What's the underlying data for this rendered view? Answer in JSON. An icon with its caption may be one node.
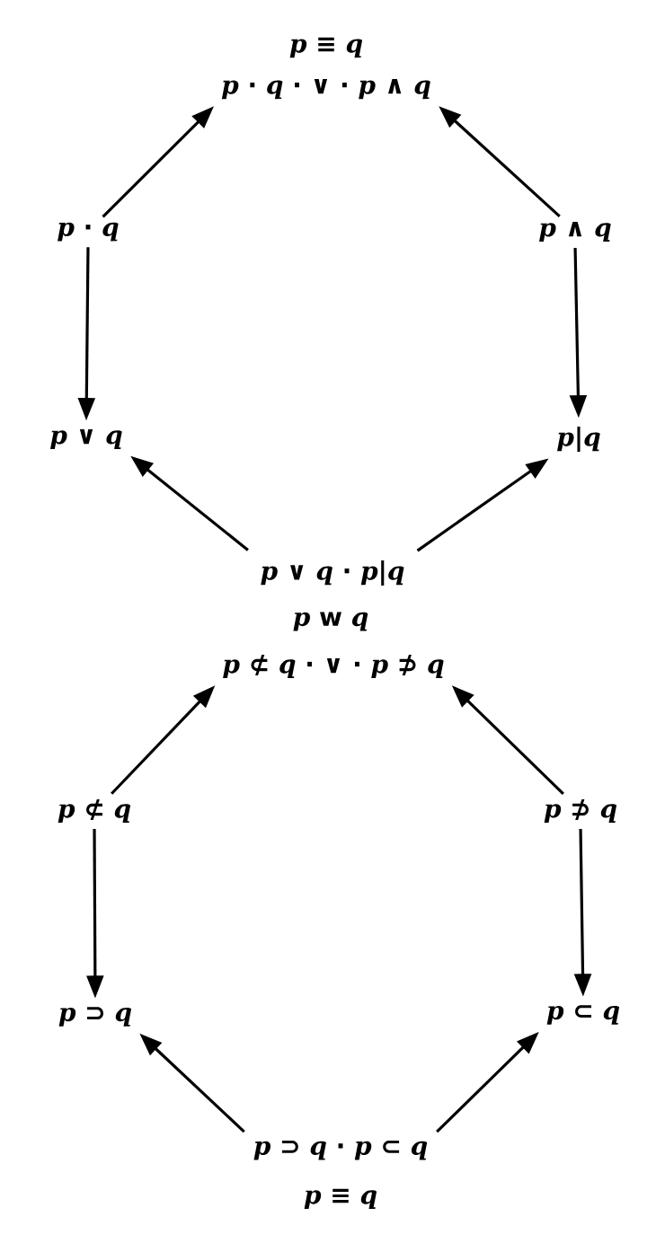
{
  "diagram": {
    "nodes": [
      {
        "text": [
          "p ≡ q",
          "p · q · ∨ · p ∧ q"
        ]
      },
      {
        "text": [
          "p · q"
        ]
      },
      {
        "text": [
          "p ∧ q"
        ]
      },
      {
        "text": [
          "p ∨ q"
        ]
      },
      {
        "text": [
          "p|q"
        ]
      },
      {
        "text": [
          "p ∨ q · p|q"
        ]
      },
      {
        "text": [
          "p ⊄ q · ∨ · p ⊅ q"
        ]
      },
      {
        "text": [
          "p ⊄ q"
        ]
      },
      {
        "text": [
          "p ⊅ q"
        ]
      },
      {
        "text": [
          "p ⊃ q"
        ]
      },
      {
        "text": [
          "p ⊂ q"
        ]
      },
      {
        "text": [
          "p ⊃ q · p ⊂ q",
          "p ≡ q"
        ]
      }
    ],
    "edges": [
      {
        "from": 1,
        "to": 0,
        "arrow": "to"
      },
      {
        "from": 2,
        "to": 0,
        "arrow": "to"
      },
      {
        "from": 1,
        "to": 3,
        "arrow": "to"
      },
      {
        "from": 2,
        "to": 4,
        "arrow": "to"
      },
      {
        "from": 5,
        "to": 3,
        "arrow": "to"
      },
      {
        "from": 5,
        "to": 4,
        "arrow": "to"
      },
      {
        "from": 7,
        "to": 6,
        "arrow": "to"
      },
      {
        "from": 8,
        "to": 6,
        "arrow": "to"
      },
      {
        "from": 7,
        "to": 9,
        "arrow": "to"
      },
      {
        "from": 8,
        "to": 10,
        "arrow": "to"
      },
      {
        "from": 11,
        "to": 9,
        "arrow": "to"
      },
      {
        "from": 11,
        "to": 10,
        "arrow": "to"
      }
    ],
    "labels": [
      "p w q"
    ]
  }
}
